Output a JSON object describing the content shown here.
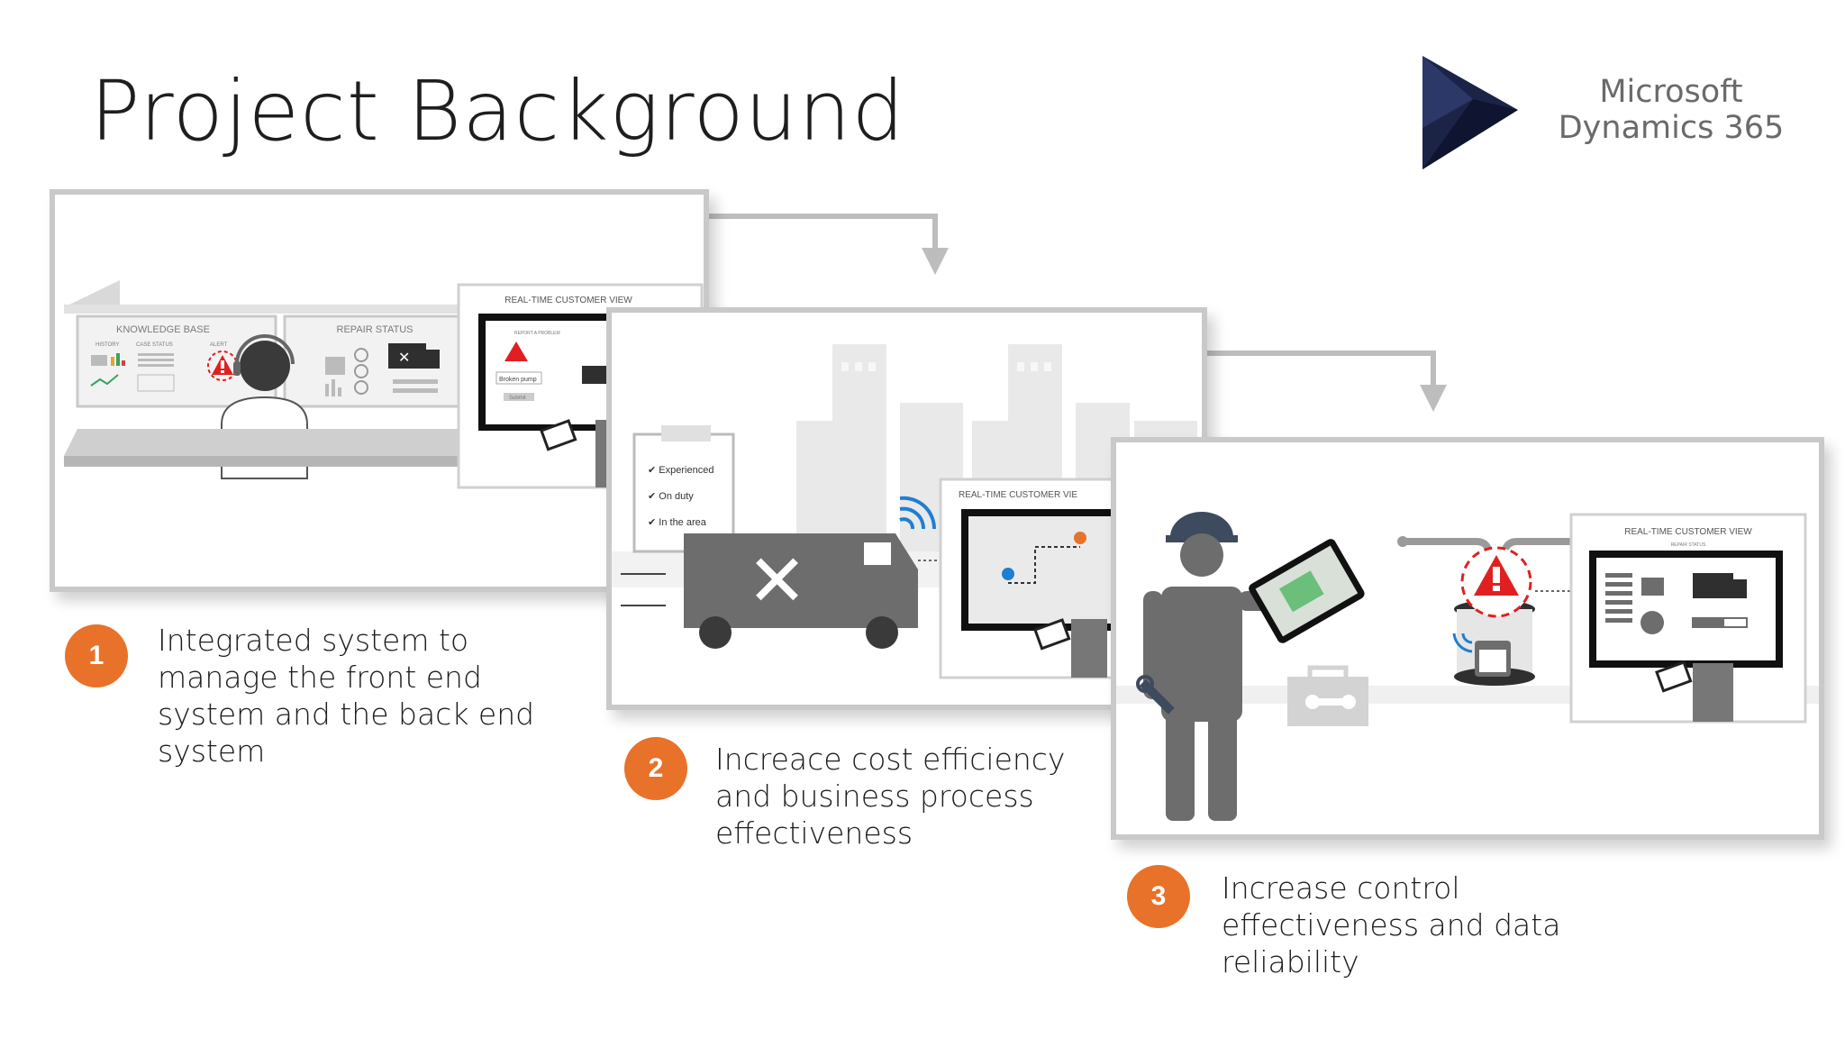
{
  "title": "Project Background",
  "logo": {
    "line1": "Microsoft",
    "line2": "Dynamics 365"
  },
  "colors": {
    "accent": "#e8722a",
    "panel_border": "#c9c9c9",
    "icon_gray": "#6d6d6d",
    "alert_red": "#e02020",
    "logo_navy": "#1b2447",
    "signal_blue": "#1e7fd1"
  },
  "scene1": {
    "knowledge_base": "KNOWLEDGE BASE",
    "repair_status": "REPAIR STATUS",
    "history": "HISTORY",
    "case_status": "CASE STATUS",
    "alert": "ALERT",
    "customer_view": "REAL-TIME CUSTOMER VIEW",
    "report_problem": "REPORT A PROBLEM",
    "broken_pump": "Broken pump",
    "submit": "Submit"
  },
  "scene2": {
    "checklist": [
      "Experienced",
      "On duty",
      "In the area"
    ],
    "customer_view": "REAL-TIME CUSTOMER VIE"
  },
  "scene3": {
    "customer_view": "REAL-TIME CUSTOMER VIEW",
    "repair_status": "REPAIR STATUS"
  },
  "steps": [
    {
      "number": "1",
      "text": "Integrated system to manage the front end system and the back end system"
    },
    {
      "number": "2",
      "text": "Increace cost efficiency and business process effectiveness"
    },
    {
      "number": "3",
      "text": "Increase control effectiveness and data reliability"
    }
  ]
}
